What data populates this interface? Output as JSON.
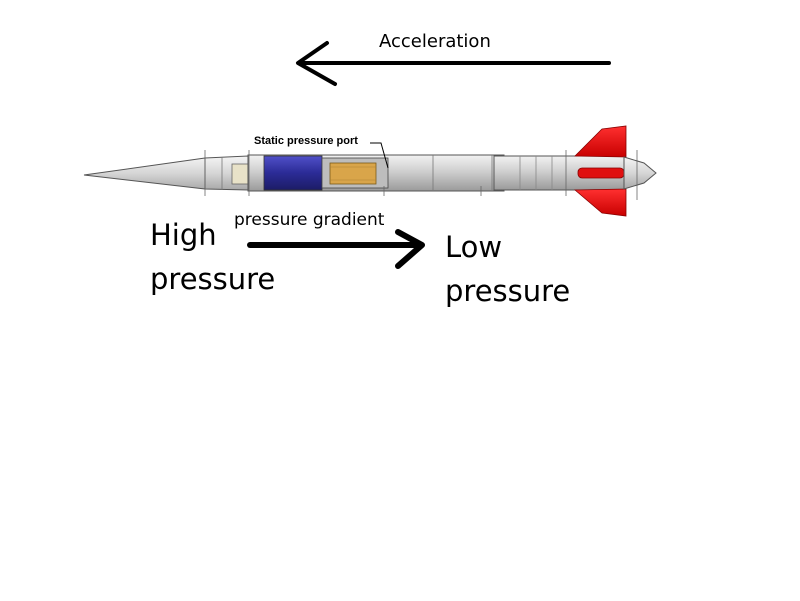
{
  "labels": {
    "acceleration": "Acceleration",
    "static_pressure_port": "Static pressure port",
    "pressure_gradient": "pressure gradient",
    "high_pressure": [
      "High",
      "pressure"
    ],
    "low_pressure": [
      "Low",
      "pressure"
    ]
  },
  "colors": {
    "arrow": "#000000",
    "rocket_body": "#c8c8c8",
    "payload_section": "#2a2a8c",
    "avionics_bay": "#d9a54a",
    "fins": "#e01010"
  },
  "icons": {
    "acceleration_arrow": "arrow-left-icon",
    "gradient_arrow": "arrow-right-icon",
    "rocket": "rocket-icon"
  }
}
